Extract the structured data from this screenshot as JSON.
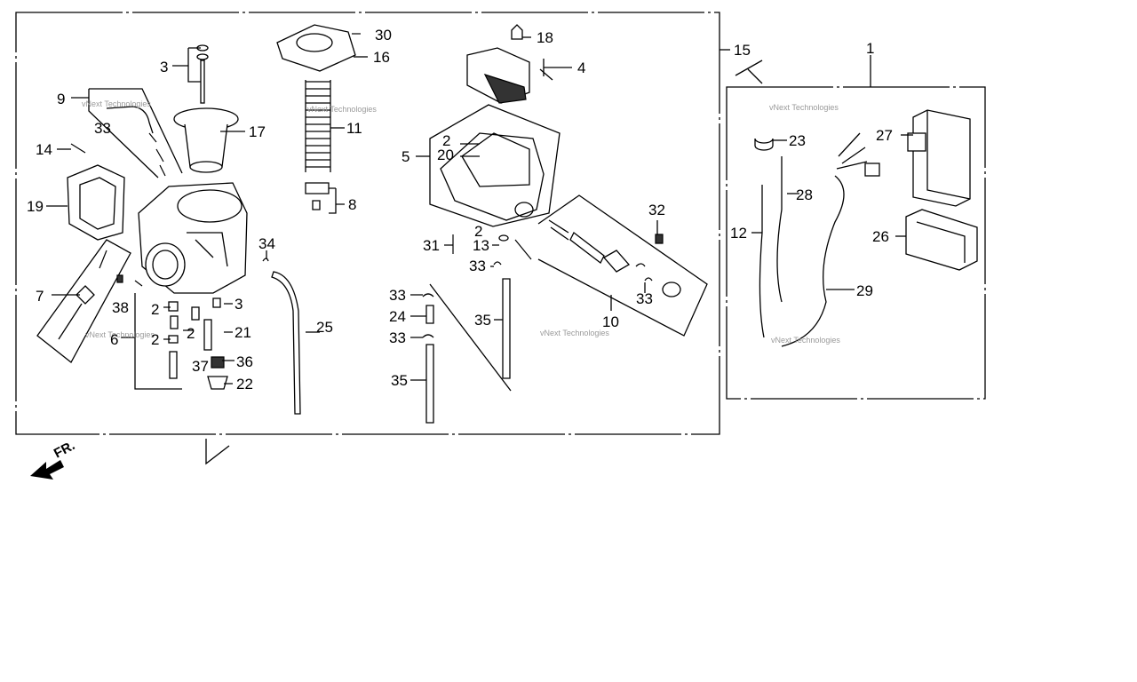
{
  "callouts": [
    {
      "id": "p1",
      "text": "1"
    },
    {
      "id": "p2a",
      "text": "2"
    },
    {
      "id": "p2b",
      "text": "2"
    },
    {
      "id": "p2c",
      "text": "2"
    },
    {
      "id": "p2d",
      "text": "2"
    },
    {
      "id": "p2e",
      "text": "2"
    },
    {
      "id": "p3a",
      "text": "3"
    },
    {
      "id": "p3b",
      "text": "3"
    },
    {
      "id": "p4",
      "text": "4"
    },
    {
      "id": "p5",
      "text": "5"
    },
    {
      "id": "p6",
      "text": "6"
    },
    {
      "id": "p7",
      "text": "7"
    },
    {
      "id": "p8",
      "text": "8"
    },
    {
      "id": "p9",
      "text": "9"
    },
    {
      "id": "p10",
      "text": "10"
    },
    {
      "id": "p11",
      "text": "11"
    },
    {
      "id": "p12",
      "text": "12"
    },
    {
      "id": "p13",
      "text": "13"
    },
    {
      "id": "p14",
      "text": "14"
    },
    {
      "id": "p15",
      "text": "15"
    },
    {
      "id": "p16",
      "text": "16"
    },
    {
      "id": "p17",
      "text": "17"
    },
    {
      "id": "p18",
      "text": "18"
    },
    {
      "id": "p19",
      "text": "19"
    },
    {
      "id": "p20",
      "text": "20"
    },
    {
      "id": "p21",
      "text": "21"
    },
    {
      "id": "p22",
      "text": "22"
    },
    {
      "id": "p23",
      "text": "23"
    },
    {
      "id": "p24",
      "text": "24"
    },
    {
      "id": "p25",
      "text": "25"
    },
    {
      "id": "p26",
      "text": "26"
    },
    {
      "id": "p27",
      "text": "27"
    },
    {
      "id": "p28",
      "text": "28"
    },
    {
      "id": "p29",
      "text": "29"
    },
    {
      "id": "p30",
      "text": "30"
    },
    {
      "id": "p31",
      "text": "31"
    },
    {
      "id": "p32",
      "text": "32"
    },
    {
      "id": "p33a",
      "text": "33"
    },
    {
      "id": "p33b",
      "text": "33"
    },
    {
      "id": "p33c",
      "text": "33"
    },
    {
      "id": "p33d",
      "text": "33"
    },
    {
      "id": "p33e",
      "text": "33"
    },
    {
      "id": "p34",
      "text": "34"
    },
    {
      "id": "p35a",
      "text": "35"
    },
    {
      "id": "p35b",
      "text": "35"
    },
    {
      "id": "p36",
      "text": "36"
    },
    {
      "id": "p37",
      "text": "37"
    },
    {
      "id": "p38",
      "text": "38"
    }
  ],
  "front_marker": "FR.",
  "watermark": "vNext Technologies",
  "colors": {
    "line": "#000000",
    "background": "#ffffff",
    "watermark": "#9a9a9a"
  }
}
